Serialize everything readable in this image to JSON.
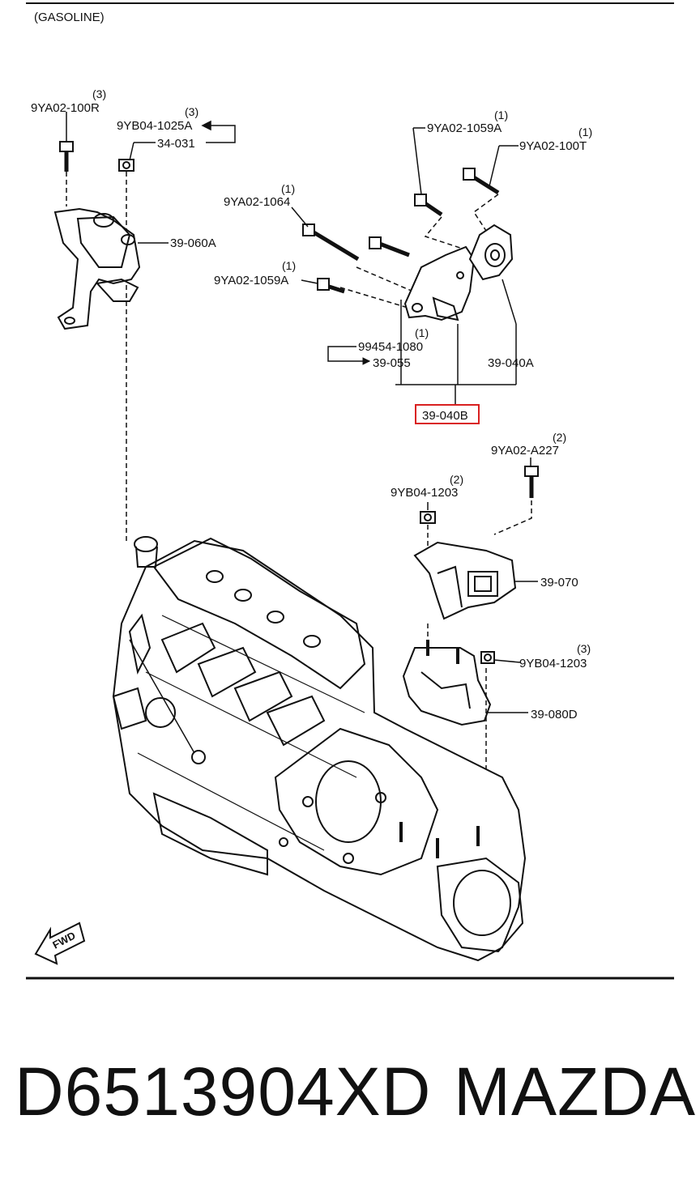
{
  "header": {
    "variant": "(GASOLINE)"
  },
  "callouts": {
    "c_9ya02_100r": {
      "part": "9YA02-100R",
      "qty": "(3)"
    },
    "c_9yb04_1025a": {
      "part": "9YB04-1025A",
      "qty": "(3)"
    },
    "c_34_031": {
      "part": "34-031"
    },
    "c_39_060a": {
      "part": "39-060A"
    },
    "c_9ya02_1064": {
      "part": "9YA02-1064",
      "qty": "(1)"
    },
    "c_9ya02_1059a_l": {
      "part": "9YA02-1059A",
      "qty": "(1)"
    },
    "c_9ya02_1059a_t": {
      "part": "9YA02-1059A",
      "qty": "(1)"
    },
    "c_9ya02_100t": {
      "part": "9YA02-100T",
      "qty": "(1)"
    },
    "c_99454_1080": {
      "part": "99454-1080",
      "qty": "(1)"
    },
    "c_39_055": {
      "part": "39-055"
    },
    "c_39_040a": {
      "part": "39-040A"
    },
    "c_39_040b": {
      "part": "39-040B",
      "highlight": "#d92020"
    },
    "c_9ya02_a227": {
      "part": "9YA02-A227",
      "qty": "(2)"
    },
    "c_9yb04_1203_l": {
      "part": "9YB04-1203",
      "qty": "(2)"
    },
    "c_39_070": {
      "part": "39-070"
    },
    "c_9yb04_1203_r": {
      "part": "9YB04-1203",
      "qty": "(3)"
    },
    "c_39_080d": {
      "part": "39-080D"
    }
  },
  "fwd_arrow": {
    "text": "FWD"
  },
  "footer": {
    "part_number": "D6513904XD",
    "brand": "MAZDA"
  }
}
